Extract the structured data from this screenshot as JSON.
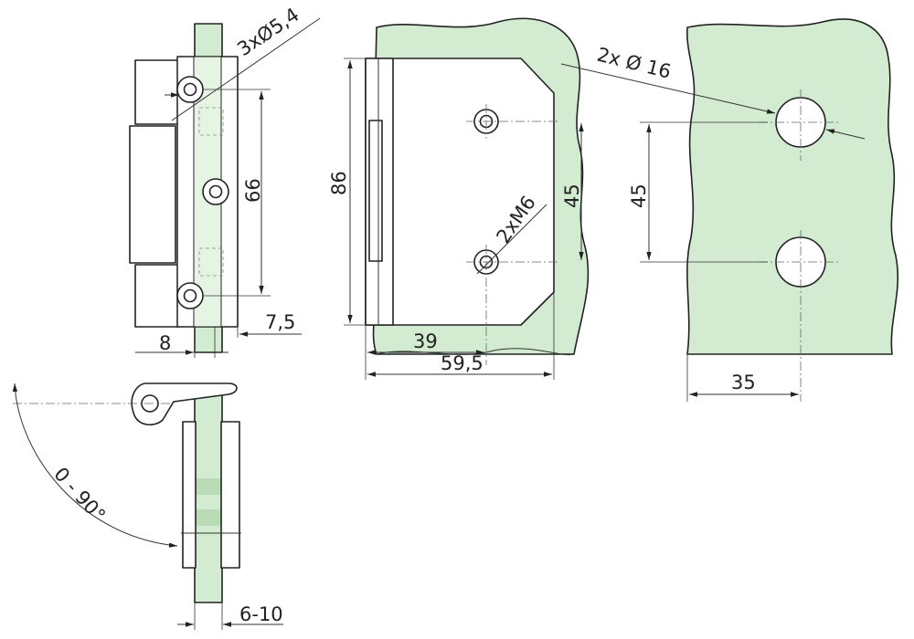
{
  "dimensions": {
    "hole_pattern": "3xØ5,4",
    "hole_spacing": "66",
    "offset_7_5": "7,5",
    "offset_8": "8",
    "height_86": "86",
    "offset_39": "39",
    "width_59_5": "59,5",
    "spacing_45_front": "45",
    "thread": "2xM6",
    "glass_holes": "2x Ø 16",
    "spacing_45_glass": "45",
    "edge_35": "35",
    "opening_angle": "0 - 90°",
    "glass_thickness": "6-10"
  },
  "colors": {
    "glass": "#d3ecd1",
    "line": "#222222",
    "background": "#ffffff"
  }
}
